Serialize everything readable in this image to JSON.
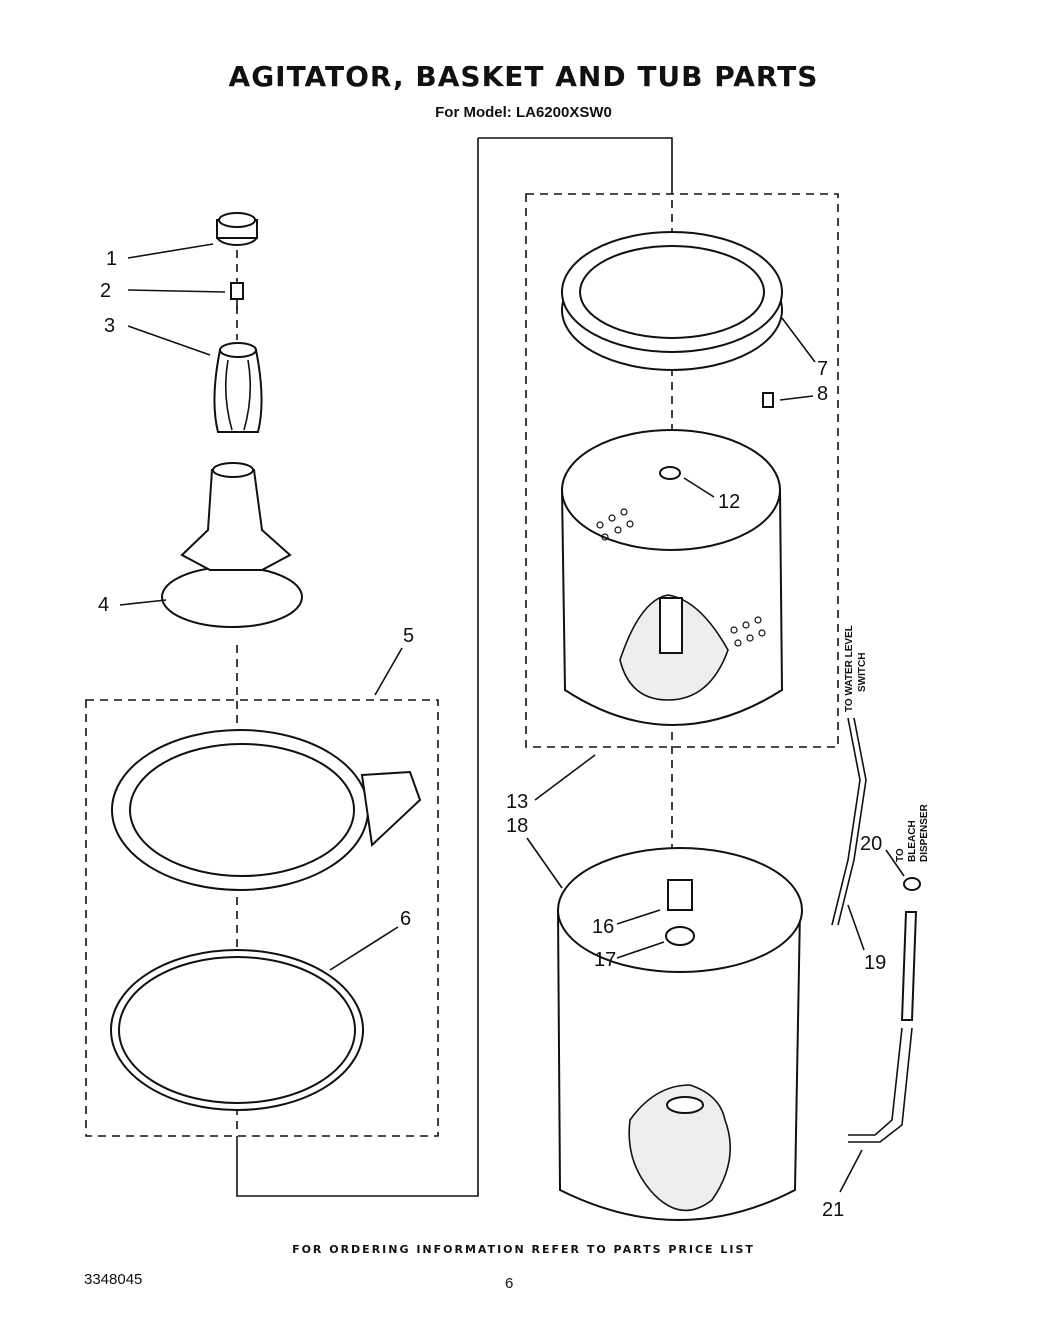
{
  "title": "AGITATOR, BASKET AND TUB PARTS",
  "subtitle": "For Model: LA6200XSW0",
  "footer": "FOR ORDERING INFORMATION REFER TO PARTS PRICE LIST",
  "doc_number": "3348045",
  "page_number": "6",
  "callouts": [
    "1",
    "2",
    "3",
    "4",
    "5",
    "6",
    "7",
    "8",
    "12",
    "13",
    "18",
    "16",
    "17",
    "20",
    "19",
    "21"
  ],
  "notes": {
    "water_level_1": "TO WATER LEVEL",
    "water_level_2": "SWITCH",
    "bleach_1": "TO",
    "bleach_2": "BLEACH",
    "bleach_3": "DISPENSER"
  }
}
